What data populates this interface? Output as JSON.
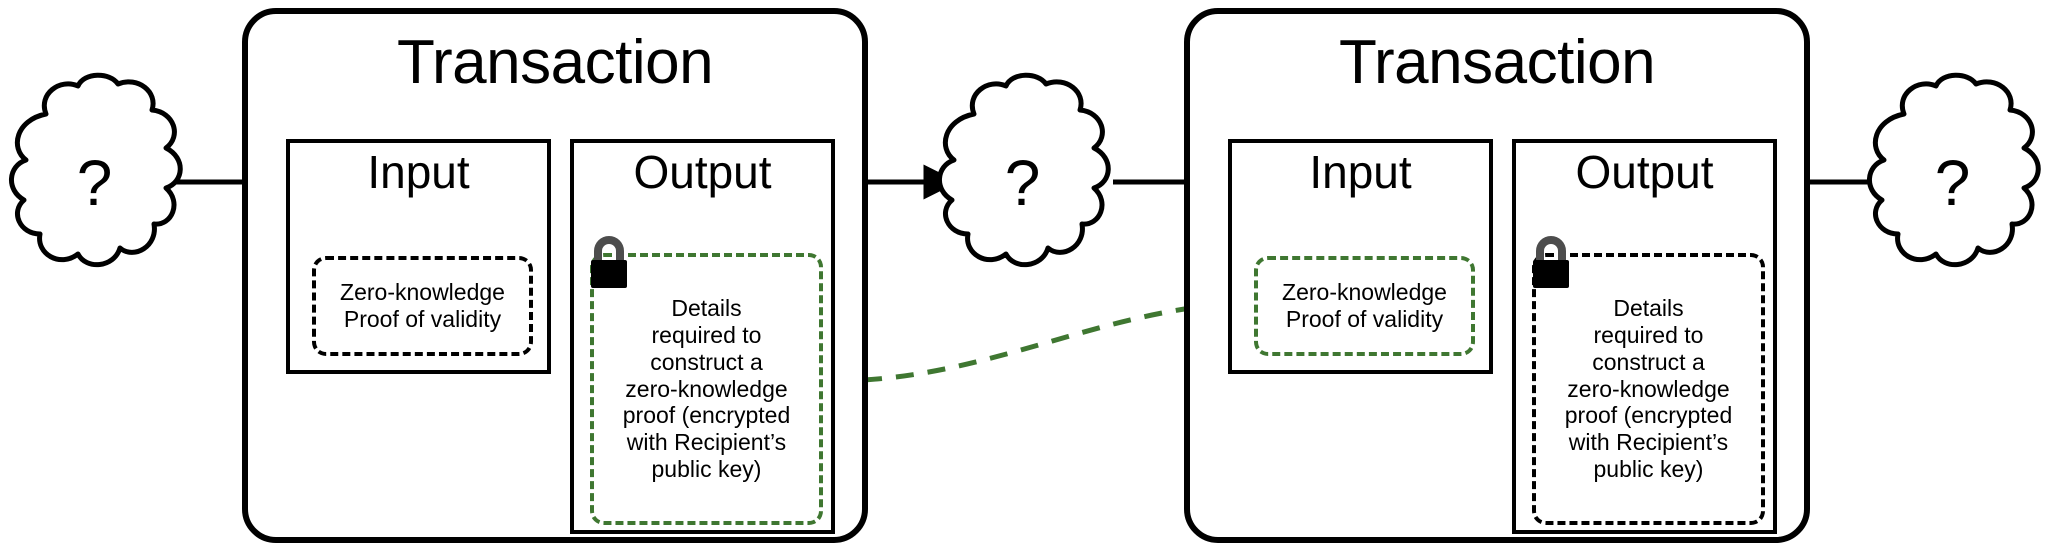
{
  "diagram": {
    "title_visible": false,
    "colors": {
      "stroke": "#000000",
      "accent_green": "#3f7731",
      "background": "#ffffff"
    },
    "clouds": [
      {
        "id": "cloud-left",
        "label": "?"
      },
      {
        "id": "cloud-middle",
        "label": "?"
      },
      {
        "id": "cloud-right",
        "label": "?"
      }
    ],
    "transactions": [
      {
        "id": "transaction-1",
        "title": "Transaction",
        "input": {
          "title": "Input",
          "note": "Zero-knowledge\nProof of validity",
          "note_border": "black",
          "has_lock": false
        },
        "output": {
          "title": "Output",
          "note": "Details\nrequired to\nconstruct a\nzero-knowledge\nproof (encrypted\nwith Recipient’s\npublic key)",
          "note_border": "green",
          "has_lock": true,
          "lock_icon": "padlock-icon"
        }
      },
      {
        "id": "transaction-2",
        "title": "Transaction",
        "input": {
          "title": "Input",
          "note": "Zero-knowledge\nProof of validity",
          "note_border": "green",
          "has_lock": false
        },
        "output": {
          "title": "Output",
          "note": "Details\nrequired to\nconstruct a\nzero-knowledge\nproof (encrypted\nwith Recipient’s\npublic key)",
          "note_border": "black",
          "has_lock": true,
          "lock_icon": "padlock-icon"
        }
      }
    ],
    "flow_arrows": [
      {
        "id": "arrow-cloud1-to-txn1",
        "style": "solid",
        "color": "#000000"
      },
      {
        "id": "arrow-txn1-to-cloud2",
        "style": "solid",
        "color": "#000000"
      },
      {
        "id": "arrow-cloud2-to-txn2",
        "style": "solid",
        "color": "#000000"
      },
      {
        "id": "arrow-txn2-to-cloud3",
        "style": "solid",
        "color": "#000000"
      },
      {
        "id": "arrow-output1-to-input2",
        "style": "dashed",
        "color": "#3f7731"
      }
    ]
  }
}
